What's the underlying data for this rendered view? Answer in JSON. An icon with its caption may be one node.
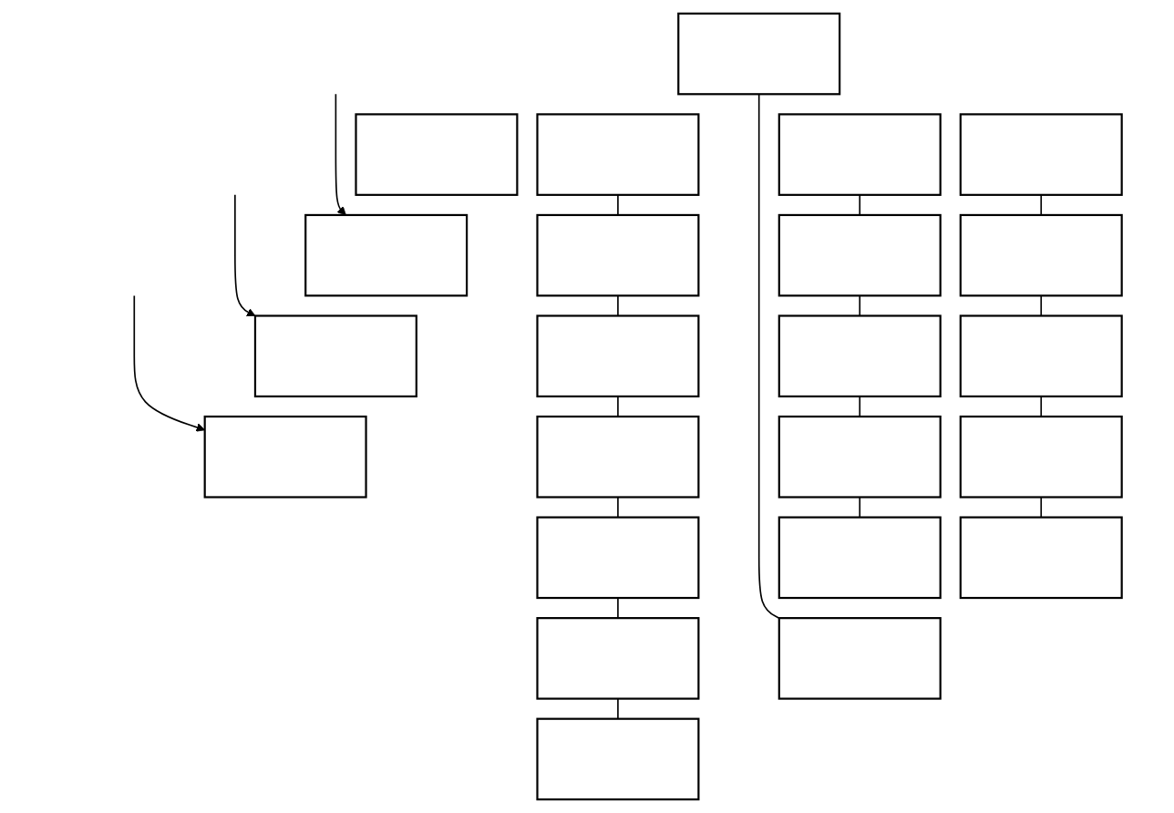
{
  "diagram": {
    "nodes": [
      {
        "text": [],
        "shape": "box"
      },
      {
        "text": [],
        "shape": "box"
      },
      {
        "text": [],
        "shape": "box"
      },
      {
        "text": [],
        "shape": "box"
      },
      {
        "text": [],
        "shape": "box"
      },
      {
        "text": [],
        "shape": "box"
      },
      {
        "text": [],
        "shape": "box"
      },
      {
        "text": [],
        "shape": "box"
      },
      {
        "text": [],
        "shape": "box"
      },
      {
        "text": [],
        "shape": "box"
      },
      {
        "text": [],
        "shape": "box"
      },
      {
        "text": [],
        "shape": "box"
      },
      {
        "text": [],
        "shape": "box"
      },
      {
        "text": [],
        "shape": "box"
      },
      {
        "text": [],
        "shape": "box"
      },
      {
        "text": [],
        "shape": "box"
      },
      {
        "text": [],
        "shape": "box"
      },
      {
        "text": [],
        "shape": "box"
      },
      {
        "text": [],
        "shape": "box"
      },
      {
        "text": [],
        "shape": "box"
      },
      {
        "text": [],
        "shape": "box"
      },
      {
        "text": [],
        "shape": "box"
      },
      {
        "text": [],
        "shape": "box"
      }
    ],
    "edges": [
      {
        "from": 0,
        "to": 22,
        "arrow": "none"
      },
      {
        "from": null,
        "to": 2,
        "arrow": "to"
      },
      {
        "from": null,
        "to": 3,
        "arrow": "to"
      },
      {
        "from": null,
        "to": 4,
        "arrow": "to"
      },
      {
        "from": 5,
        "to": 6,
        "arrow": "none"
      },
      {
        "from": 6,
        "to": 7,
        "arrow": "none"
      },
      {
        "from": 7,
        "to": 8,
        "arrow": "none"
      },
      {
        "from": 8,
        "to": 9,
        "arrow": "none"
      },
      {
        "from": 10,
        "to": 11,
        "arrow": "none"
      },
      {
        "from": 11,
        "to": 12,
        "arrow": "none"
      },
      {
        "from": 12,
        "to": 13,
        "arrow": "none"
      },
      {
        "from": 13,
        "to": 14,
        "arrow": "none"
      },
      {
        "from": 15,
        "to": 16,
        "arrow": "none"
      },
      {
        "from": 16,
        "to": 17,
        "arrow": "none"
      },
      {
        "from": 17,
        "to": 18,
        "arrow": "none"
      },
      {
        "from": 18,
        "to": 19,
        "arrow": "none"
      },
      {
        "from": 19,
        "to": 20,
        "arrow": "none"
      },
      {
        "from": 20,
        "to": 21,
        "arrow": "none"
      }
    ]
  }
}
